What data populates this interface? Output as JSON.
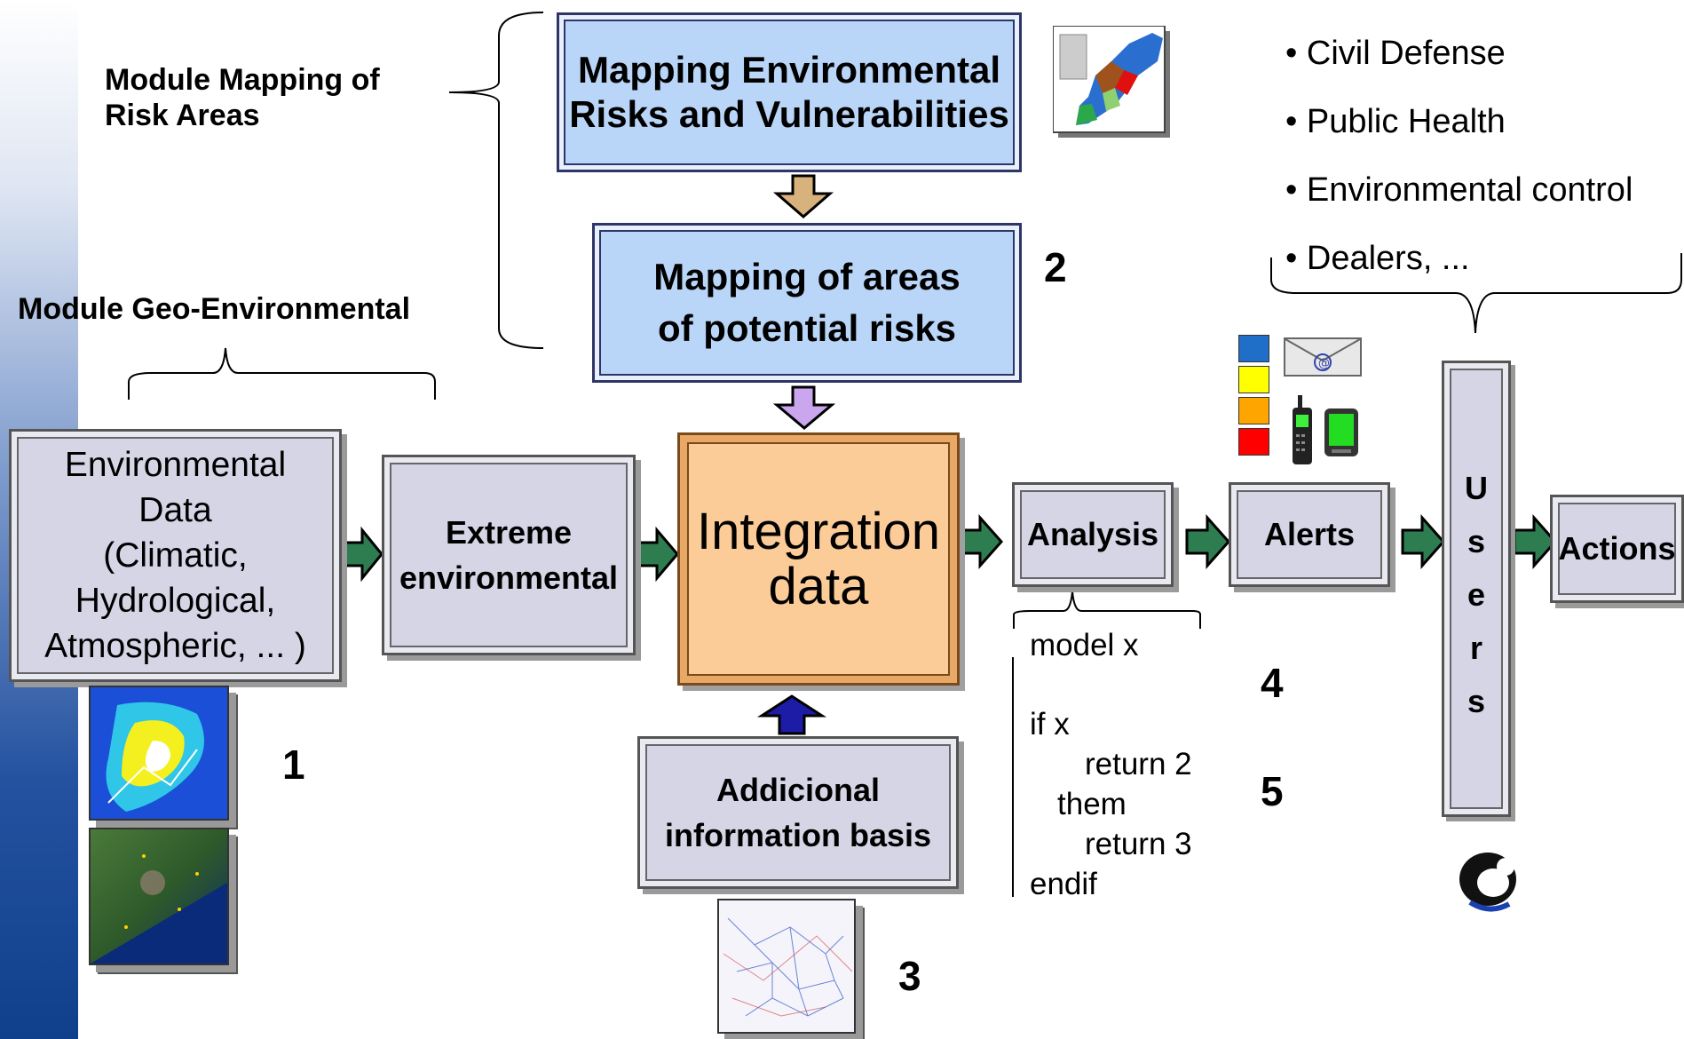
{
  "labels": {
    "module_mapping": "Module Mapping of\nRisk Areas",
    "module_geo": "Module Geo-Environmental"
  },
  "boxes": {
    "mapping_env": "Mapping Environmental\nRisks and Vulnerabilities",
    "mapping_areas": "Mapping of areas\nof potential risks",
    "environmental_data": "Environmental\nData\n(Climatic,\nHydrological,\nAtmospheric, ... )",
    "extreme": "Extreme\nenvironmental",
    "integration": "Integration\ndata",
    "analysis": "Analysis",
    "alerts": "Alerts",
    "actions": "Actions",
    "additional": "Addicional\ninformation basis",
    "users_letters": [
      "U",
      "s",
      "e",
      "r",
      "s"
    ]
  },
  "users_list": [
    "Civil Defense",
    "Public Health",
    "Environmental control",
    "Dealers, ..."
  ],
  "numbers": [
    "1",
    "2",
    "3",
    "4",
    "5"
  ],
  "code": {
    "line1": "model   x",
    "line2": "if  x",
    "line3": "return 2",
    "line4": "them",
    "line5": "return 3",
    "line6": "endif"
  },
  "alert_colors": [
    "#1f6fc8",
    "#ffff00",
    "#ffa500",
    "#ff0000"
  ],
  "icons": [
    "map-icon",
    "email-icon",
    "mobile-phone-icon",
    "pda-icon",
    "user-icon",
    "satellite-image-icon",
    "radar-map-icon",
    "network-map-icon"
  ]
}
